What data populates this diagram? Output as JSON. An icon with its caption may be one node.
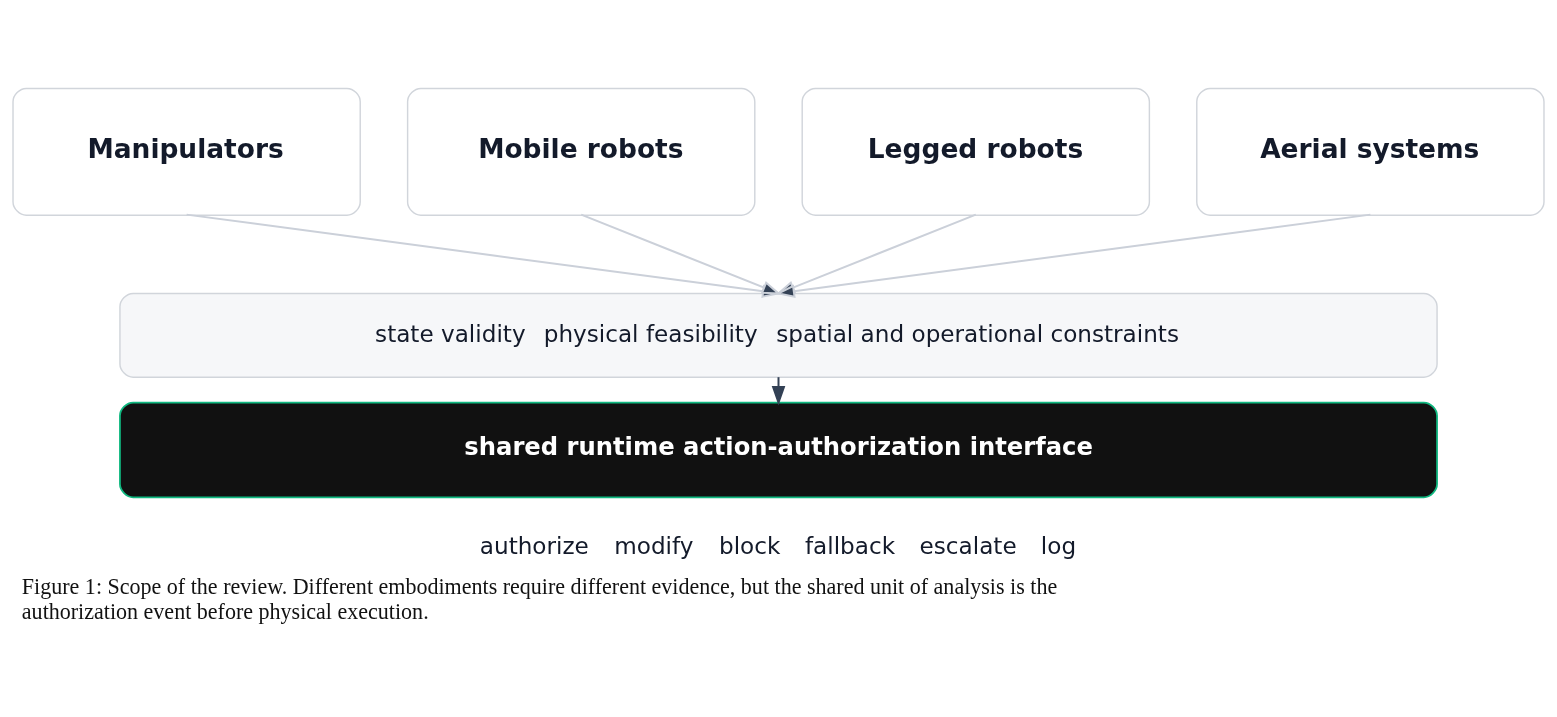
{
  "diagram": {
    "caption": "Figure 1: Scope of the review. Different embodiments require different evidence, but the shared unit of analysis is the authorization event before physical execution.",
    "nodes": [
      {
        "text": [
          "Manipulators"
        ]
      },
      {
        "text": [
          "Mobile robots"
        ]
      },
      {
        "text": [
          "Legged robots"
        ]
      },
      {
        "text": [
          "Aerial systems"
        ]
      },
      {
        "text": [
          "state validity",
          "physical feasibility",
          "spatial and operational constraints"
        ]
      },
      {
        "text": [
          "shared runtime action-authorization interface"
        ],
        "beside": [
          "authorize",
          "modify",
          "block",
          "fallback",
          "escalate",
          "log"
        ]
      }
    ],
    "edges": [
      {
        "from": 0,
        "to": 4,
        "arrow": "to"
      },
      {
        "from": 1,
        "to": 4,
        "arrow": "to"
      },
      {
        "from": 2,
        "to": 4,
        "arrow": "to"
      },
      {
        "from": 3,
        "to": 4,
        "arrow": "to"
      },
      {
        "from": 4,
        "to": 5,
        "arrow": "to",
        "color": "#334155"
      }
    ]
  }
}
